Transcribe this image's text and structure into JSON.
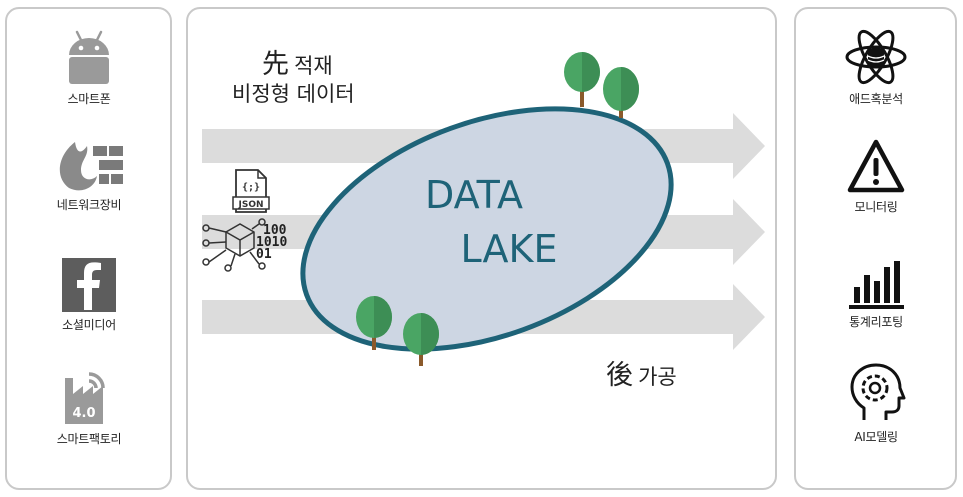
{
  "left_panel": {
    "items": [
      {
        "label": "스마트폰",
        "icon": "android-icon"
      },
      {
        "label": "네트워크장비",
        "icon": "firewall-icon"
      },
      {
        "label": "소셜미디어",
        "icon": "facebook-icon"
      },
      {
        "label": "스마트팩토리",
        "icon": "smart-factory-icon",
        "badge": "4.0"
      }
    ]
  },
  "center": {
    "top_note": {
      "char": "先",
      "line1": "적재",
      "line2": "비정형 데이터"
    },
    "lake": {
      "line1": "DATA",
      "line2": "LAKE"
    },
    "bottom_note": {
      "char": "後",
      "text": "가공"
    },
    "json_label": "JSON",
    "json_braces": "{;}",
    "binary": [
      "100",
      "1010",
      "01"
    ]
  },
  "right_panel": {
    "items": [
      {
        "label": "애드혹분석",
        "icon": "atom-database-icon"
      },
      {
        "label": "모니터링",
        "icon": "warning-icon"
      },
      {
        "label": "통계리포팅",
        "icon": "bar-chart-icon"
      },
      {
        "label": "AI모델링",
        "icon": "ai-head-gear-icon"
      }
    ]
  },
  "colors": {
    "lake_fill": "#cdd6e3",
    "lake_stroke": "#1e6378",
    "lake_text": "#1e6378",
    "arrow": "#dcdcdc",
    "tree": "#4aa564",
    "trunk": "#8b5a2b",
    "icon_gray": "#6b6b6b"
  }
}
